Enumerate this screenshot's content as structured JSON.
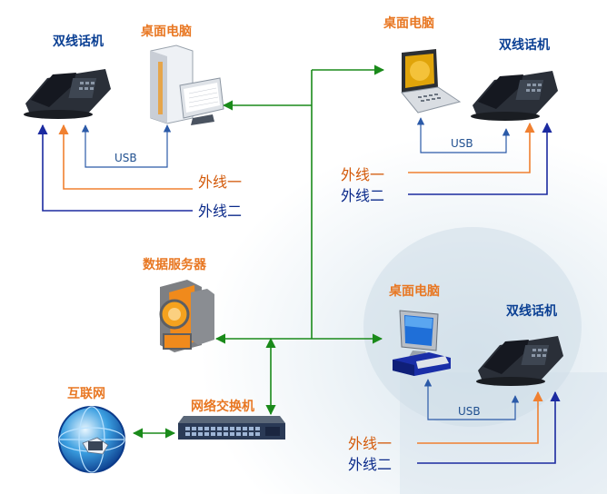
{
  "labels": {
    "phone_tl": "双线话机",
    "desktop_tl": "桌面电脑",
    "laptop_tr": "桌面电脑",
    "phone_tr": "双线话机",
    "server": "数据服务器",
    "desktop_mr": "桌面电脑",
    "phone_mr": "双线话机",
    "internet": "互联网",
    "switch": "网络交换机"
  },
  "links": {
    "usb_tl": "USB",
    "usb_tr": "USB",
    "usb_br": "USB",
    "line1_tl": "外线一",
    "line2_tl": "外线二",
    "line1_tr": "外线一",
    "line2_tr": "外线二",
    "line1_br": "外线一",
    "line2_br": "外线二"
  },
  "colors": {
    "network": "#1a8a1a",
    "line_orange": "#f08030",
    "line_blue": "#1b2aa0",
    "usb": "#2b5aa8"
  }
}
